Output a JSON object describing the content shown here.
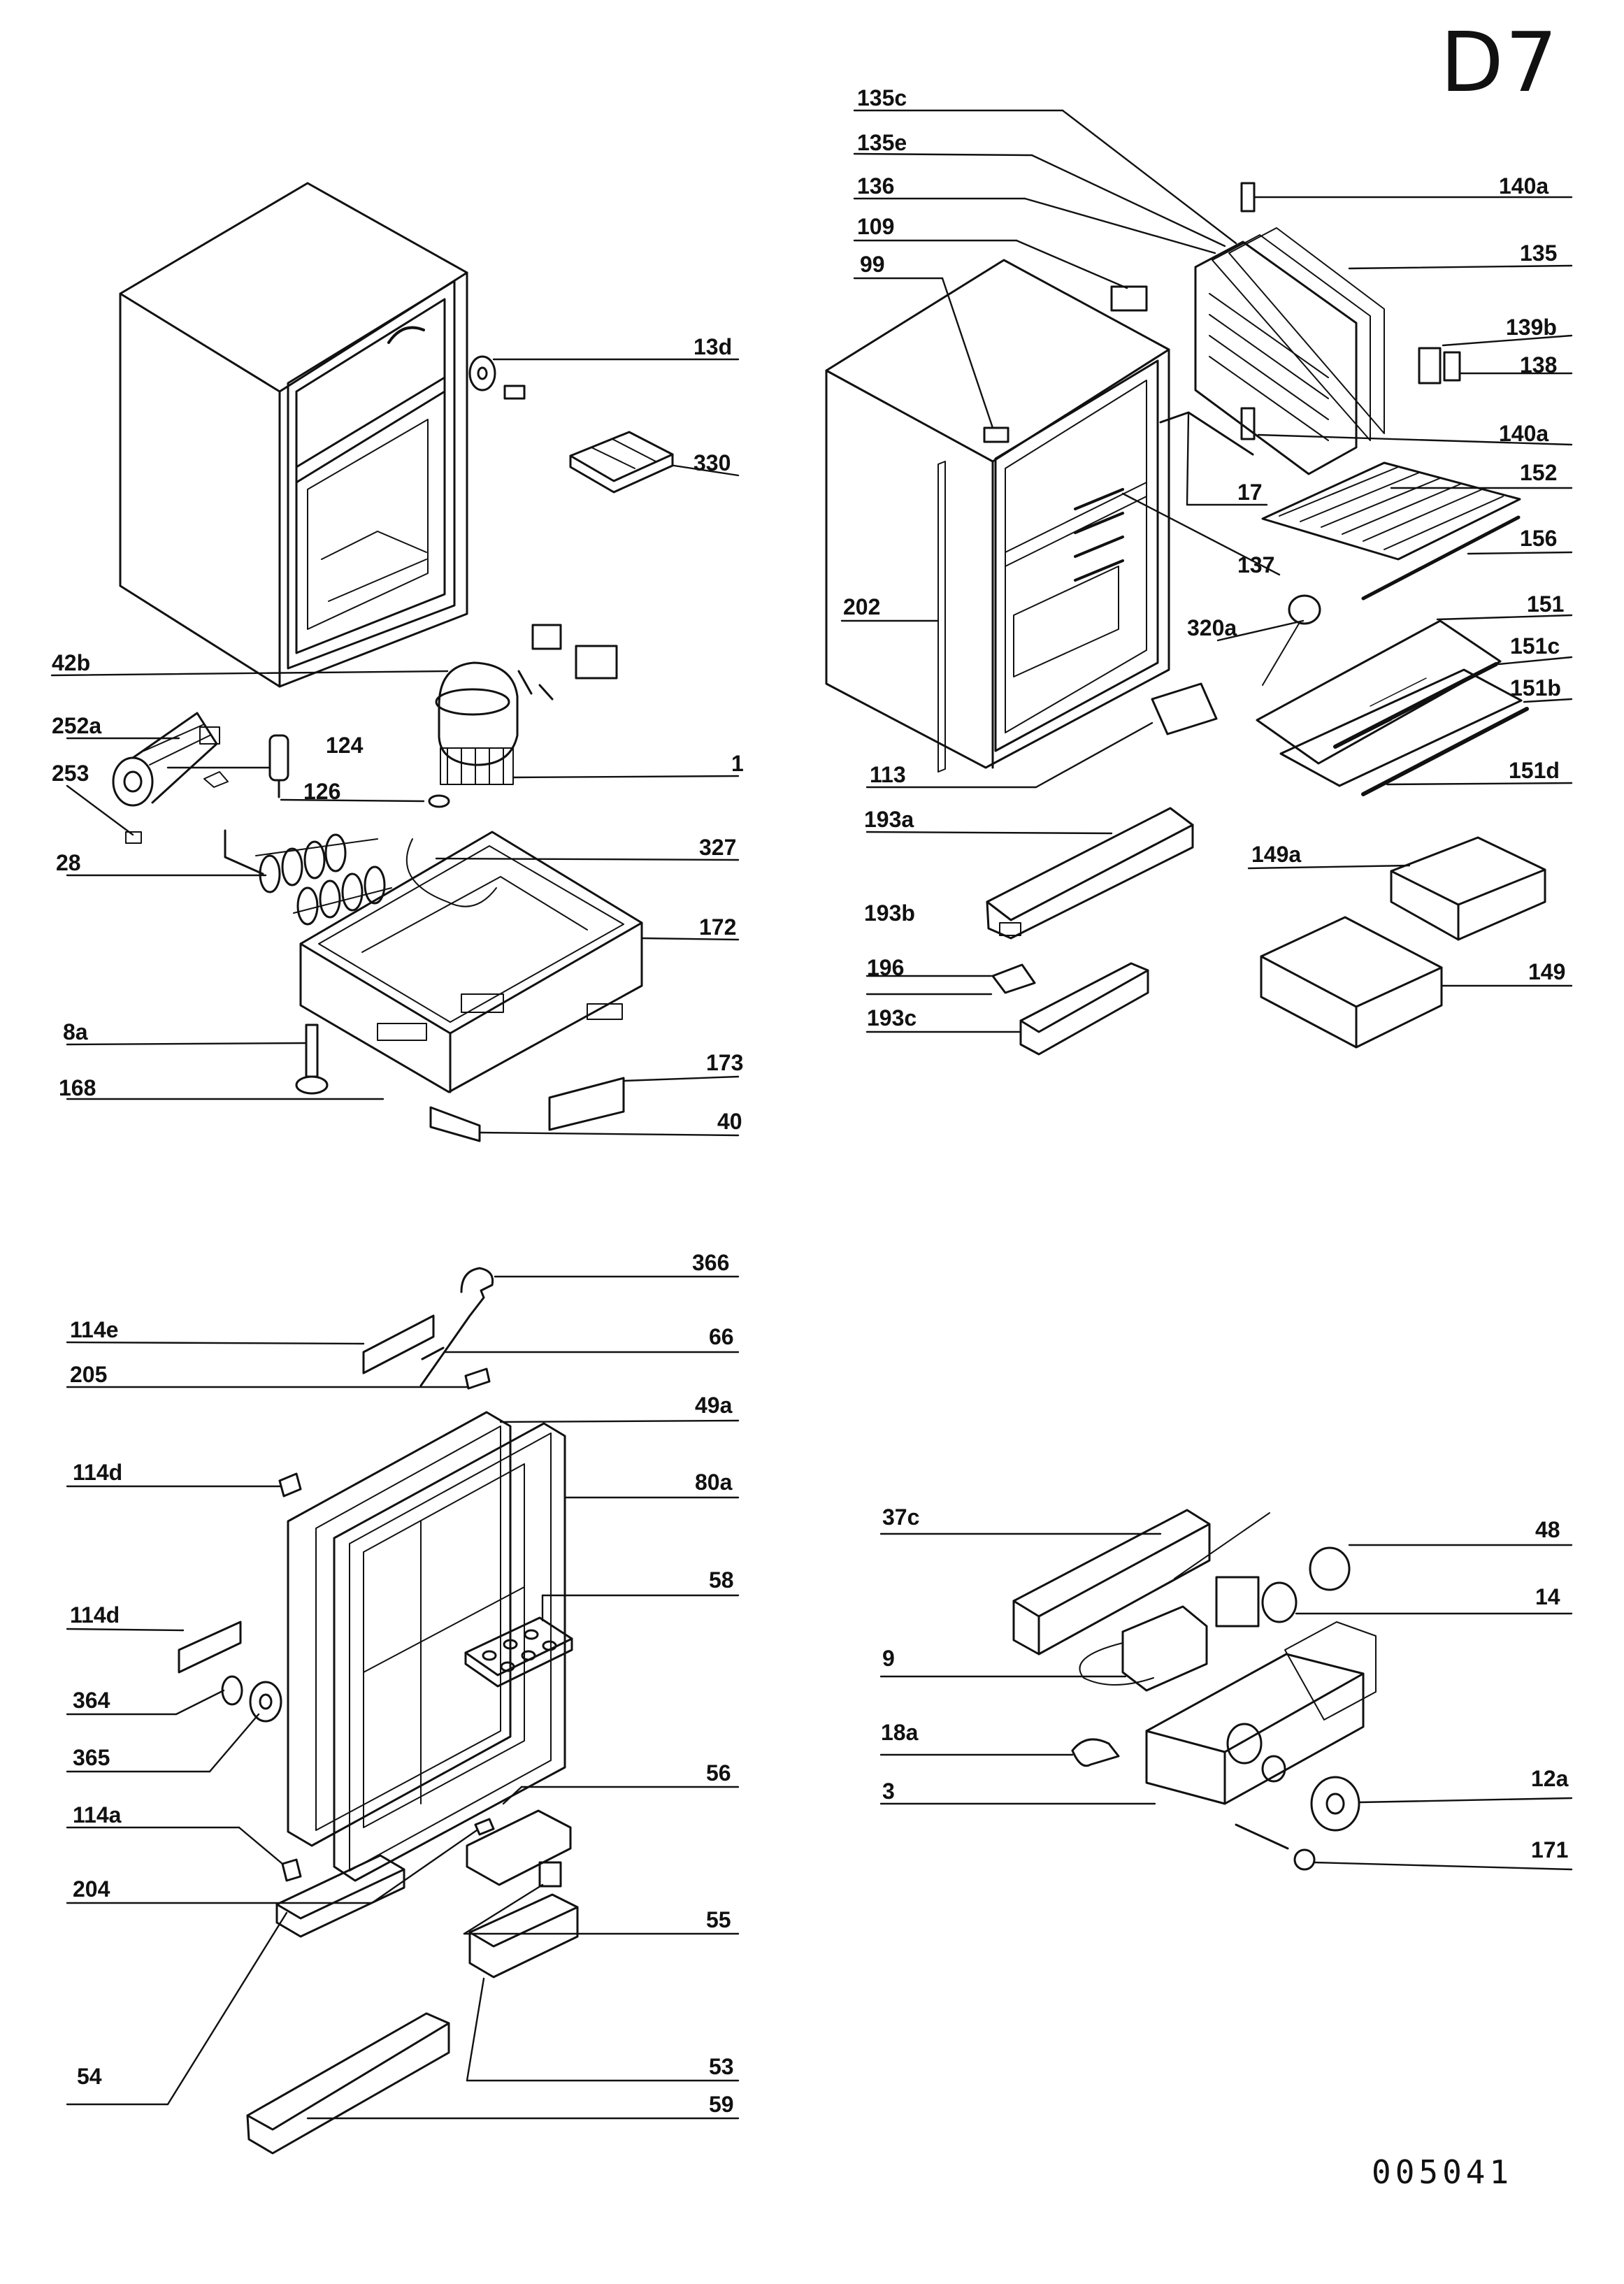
{
  "sheet": {
    "page_id": "D7",
    "drawing_number": "005041"
  },
  "groups": {
    "cabinet_base": {
      "labels": [
        "13d",
        "330",
        "42b",
        "252a",
        "253",
        "124",
        "126",
        "1",
        "28",
        "327",
        "172",
        "8a",
        "168",
        "173",
        "40"
      ]
    },
    "cabinet_interior": {
      "labels": [
        "135c",
        "135e",
        "136",
        "109",
        "99",
        "140a",
        "135",
        "139b",
        "138",
        "140a",
        "17",
        "152",
        "156",
        "137",
        "202",
        "320a",
        "151",
        "151c",
        "151b",
        "151d",
        "113",
        "193a",
        "149a",
        "193b",
        "196",
        "149",
        "193c"
      ]
    },
    "door": {
      "labels": [
        "366",
        "114e",
        "66",
        "205",
        "49a",
        "114d",
        "80a",
        "58",
        "114d",
        "364",
        "365",
        "56",
        "114a",
        "204",
        "55",
        "54",
        "53",
        "59"
      ]
    },
    "controls": {
      "labels": [
        "37c",
        "48",
        "14",
        "9",
        "18a",
        "12a",
        "3",
        "171"
      ]
    }
  },
  "colors": {
    "ink": "#111111",
    "paper": "#ffffff"
  }
}
